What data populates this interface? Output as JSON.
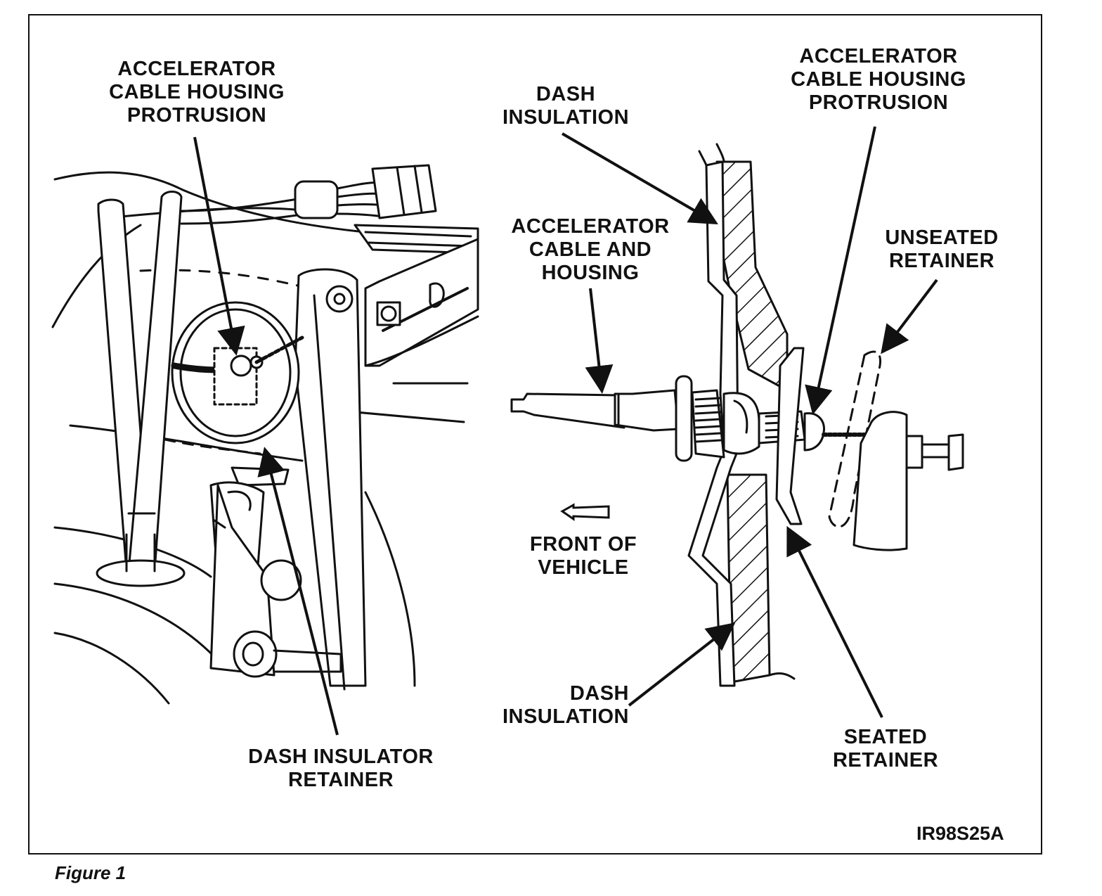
{
  "labels": {
    "left_protrusion": [
      "ACCELERATOR",
      "CABLE HOUSING",
      "PROTRUSION"
    ],
    "left_retainer": [
      "DASH INSULATOR",
      "RETAINER"
    ],
    "right_protrusion": [
      "ACCELERATOR",
      "CABLE HOUSING",
      "PROTRUSION"
    ],
    "dash_insulation_top": [
      "DASH",
      "INSULATION"
    ],
    "cable_and_housing": [
      "ACCELERATOR",
      "CABLE AND",
      "HOUSING"
    ],
    "unseated_retainer": [
      "UNSEATED",
      "RETAINER"
    ],
    "front_of_vehicle": [
      "FRONT OF",
      "VEHICLE"
    ],
    "dash_insulation_bottom": [
      "DASH",
      "INSULATION"
    ],
    "seated_retainer": [
      "SEATED",
      "RETAINER"
    ]
  },
  "figure_code": "IR98S25A",
  "caption": "Figure 1"
}
